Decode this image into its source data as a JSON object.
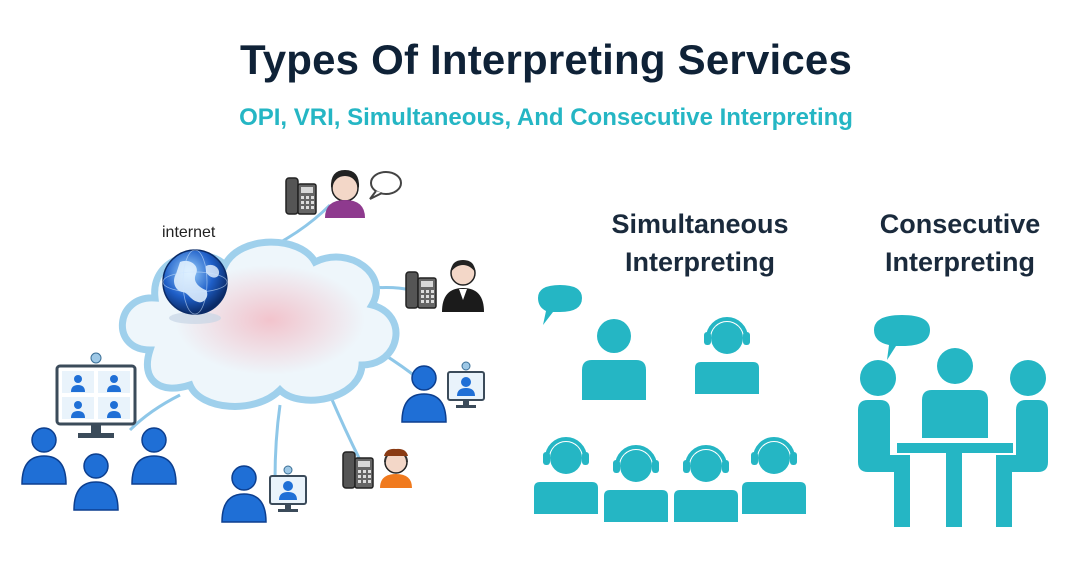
{
  "title": "Types Of Interpreting Services",
  "subtitle": "OPI, VRI, Simultaneous, And Consecutive  Interpreting",
  "network": {
    "internet_label": "internet"
  },
  "simultaneous": {
    "line1": "Simultaneous",
    "line2": "Interpreting"
  },
  "consecutive": {
    "line1": "Consecutive",
    "line2": "Interpreting"
  },
  "colors": {
    "title": "#0f2237",
    "accent": "#25b6c4",
    "person_blue": "#1f6fd6",
    "cloud_fill": "#eef6fb",
    "cloud_stroke": "#9fd0ec",
    "purple": "#8e3a8e",
    "orange": "#f07a1e"
  }
}
